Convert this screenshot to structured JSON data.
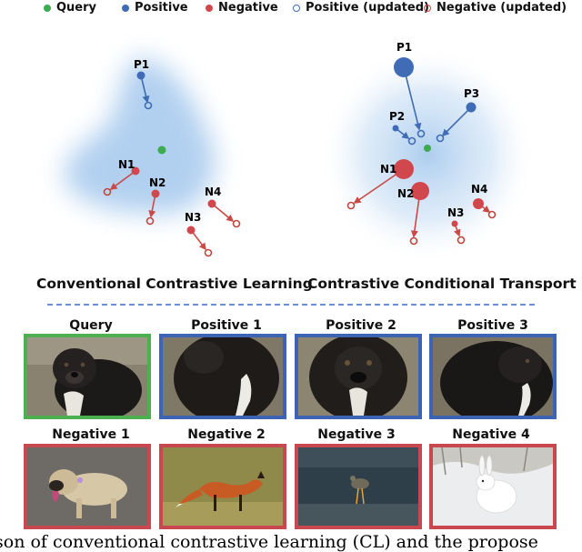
{
  "legend": [
    {
      "label": "Query",
      "color": "#3cab52",
      "marker": "filled"
    },
    {
      "label": "Positive",
      "color": "#3f6cb5",
      "marker": "filled"
    },
    {
      "label": "Negative",
      "color": "#d0484d",
      "marker": "filled"
    },
    {
      "label": "Positive (updated)",
      "color": "#3f6cb5",
      "marker": "open"
    },
    {
      "label": "Negative (updated)",
      "color": "#c0473e",
      "marker": "open"
    }
  ],
  "left_panel": {
    "title": "Conventional Contrastive Learning",
    "points": [
      {
        "id": "P1",
        "label": "P1"
      },
      {
        "id": "N1",
        "label": "N1"
      },
      {
        "id": "N2",
        "label": "N2"
      },
      {
        "id": "N3",
        "label": "N3"
      },
      {
        "id": "N4",
        "label": "N4"
      }
    ]
  },
  "right_panel": {
    "title": "Contrastive Conditional Transport",
    "points": [
      {
        "id": "P1",
        "label": "P1"
      },
      {
        "id": "P2",
        "label": "P2"
      },
      {
        "id": "P3",
        "label": "P3"
      },
      {
        "id": "N1",
        "label": "N1"
      },
      {
        "id": "N2",
        "label": "N2"
      },
      {
        "id": "N3",
        "label": "N3"
      },
      {
        "id": "N4",
        "label": "N4"
      }
    ]
  },
  "images": {
    "row1": [
      {
        "label": "Query",
        "border_color": "#4caf50",
        "subject": "dog-face"
      },
      {
        "label": "Positive 1",
        "border_color": "#3d63b5",
        "subject": "dog-chest"
      },
      {
        "label": "Positive  2",
        "border_color": "#3d63b5",
        "subject": "dog-closeup"
      },
      {
        "label": "Positive 3",
        "border_color": "#3d63b5",
        "subject": "dog-dark"
      }
    ],
    "row2": [
      {
        "label": "Negative 1",
        "border_color": "#c9474f",
        "subject": "pug"
      },
      {
        "label": "Negative 2",
        "border_color": "#c9474f",
        "subject": "fox"
      },
      {
        "label": "Negative 3",
        "border_color": "#c9474f",
        "subject": "bird"
      },
      {
        "label": "Negative 4",
        "border_color": "#c9474f",
        "subject": "rabbit"
      }
    ]
  },
  "caption": "son of conventional contrastive learning (CL) and the propose"
}
